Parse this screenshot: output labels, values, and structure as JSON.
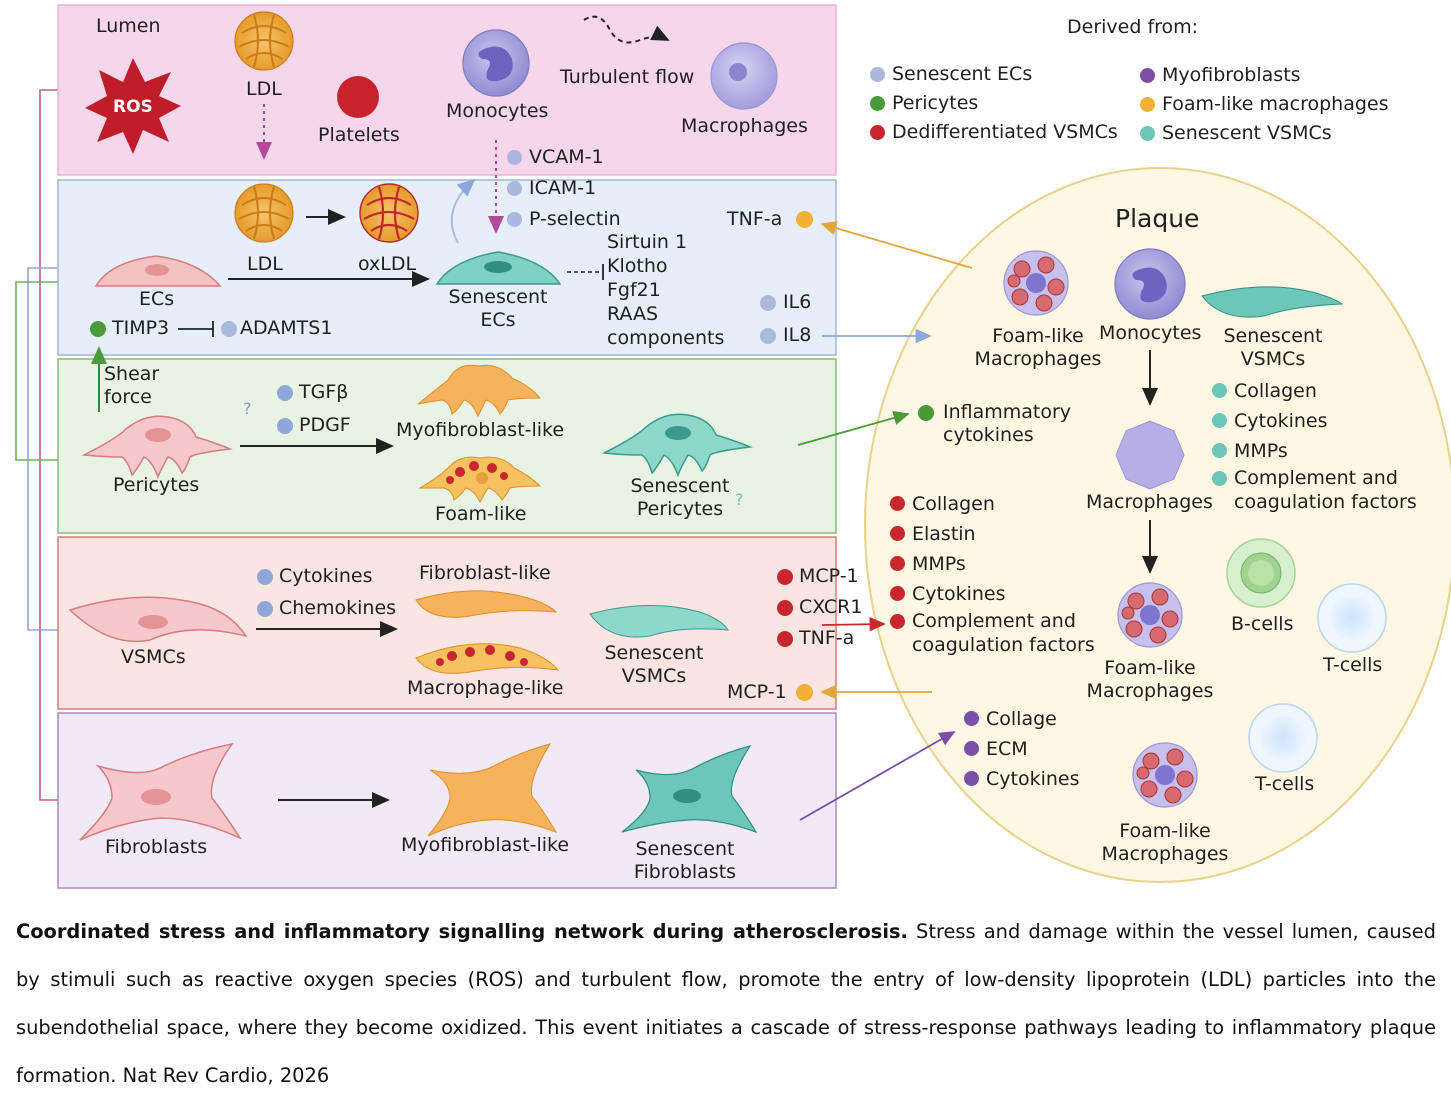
{
  "lumen": {
    "label": "Lumen",
    "ros": "ROS",
    "ldl": "LDL",
    "platelets": "Platelets",
    "monocytes": "Monocytes",
    "turbulent_flow": "Turbulent flow",
    "macrophages": "Macrophages"
  },
  "adhesion": [
    "VCAM-1",
    "ICAM-1",
    "P-selectin"
  ],
  "endothelium": {
    "ldl": "LDL",
    "oxldl": "oxLDL",
    "ecs": "ECs",
    "senescent_ecs": "Senescent\nECs",
    "factors": "Sirtuin 1\nKlotho\nFgf21\nRAAS\ncomponents",
    "tnf": "TNF-a",
    "il6": "IL6",
    "il8": "IL8",
    "timp3": "TIMP3",
    "adamts1": "ADAMTS1",
    "shear_force": "Shear\nforce"
  },
  "pericytes": {
    "pericytes": "Pericytes",
    "question": "?",
    "tgf": "TGFβ",
    "pdgf": "PDGF",
    "myofibroblast_like": "Myofibroblast-like",
    "foam_like": "Foam-like",
    "senescent_pericytes": "Senescent\nPericytes",
    "question2": "?"
  },
  "vsmcs": {
    "vsmcs": "VSMCs",
    "cytokines": "Cytokines",
    "chemokines": "Chemokines",
    "fibroblast_like": "Fibroblast-like",
    "macrophage_like": "Macrophage-like",
    "senescent_vsmcs": "Senescent\nVSMCs",
    "mcp1_top": "MCP-1",
    "cxcr1": "CXCR1",
    "tnf": "TNF-a",
    "mcp1": "MCP-1"
  },
  "fibroblasts": {
    "fibroblasts": "Fibroblasts",
    "myofibroblast_like": "Myofibroblast-like",
    "senescent_fibroblasts": "Senescent\nFibroblasts"
  },
  "legend": {
    "title": "Derived from:",
    "items": [
      {
        "label": "Senescent ECs",
        "color": "#a9b8dc"
      },
      {
        "label": "Pericytes",
        "color": "#4a9a3a"
      },
      {
        "label": "Dedifferentiated VSMCs",
        "color": "#c8282d"
      },
      {
        "label": "Myofibroblasts",
        "color": "#7a4fa8"
      },
      {
        "label": "Foam-like macrophages",
        "color": "#f2b135"
      },
      {
        "label": "Senescent VSMCs",
        "color": "#6cc7b8"
      }
    ]
  },
  "plaque": {
    "title": "Plaque",
    "foam_like_macrophages": "Foam-like\nMacrophages",
    "monocytes": "Monocytes",
    "senescent_vsmcs": "Senescent\nVSMCs",
    "vsmc_products": [
      "Collagen",
      "Cytokines",
      "MMPs",
      "Complement and\ncoagulation factors"
    ],
    "inflammatory_cytokines": "Inflammatory\ncytokines",
    "macrophages": "Macrophages",
    "dediff_products": [
      "Collagen",
      "Elastin",
      "MMPs",
      "Cytokines",
      "Complement and\ncoagulation factors"
    ],
    "foam_like_macrophages_2": "Foam-like\nMacrophages",
    "b_cells": "B-cells",
    "t_cells_1": "T-cells",
    "t_cells_2": "T-cells",
    "myo_products": [
      "Collage",
      "ECM",
      "Cytokines"
    ],
    "foam_like_macrophages_3": "Foam-like\nMacrophages"
  },
  "caption": {
    "title": "Coordinated stress and inflammatory signalling network during atherosclerosis.",
    "body": " Stress and damage within the vessel lumen, caused by stimuli such as reactive oxygen species (ROS) and turbulent flow, promote the entry of low-density lipoprotein (LDL) particles into the subendothelial space, where they become oxidized. This event initiates a cascade of stress-response pathways leading to inflammatory plaque formation. Nat Rev Cardio, 2026"
  },
  "colors": {
    "lumen_bg": "#f5d6ea",
    "endothelium_bg": "#e6eef9",
    "pericyte_bg": "#e8f3e3",
    "vsmc_bg": "#fbe5e3",
    "fibroblast_bg": "#f1eaf6",
    "plaque_bg": "#fdf7e3",
    "ec_dot": "#a9b8dc",
    "pericyte_dot": "#4a9a3a",
    "vsmc_dot": "#c8282d",
    "myo_dot": "#7a4fa8",
    "foam_dot": "#f2b135",
    "sen_vsmc_dot": "#6cc7b8"
  }
}
